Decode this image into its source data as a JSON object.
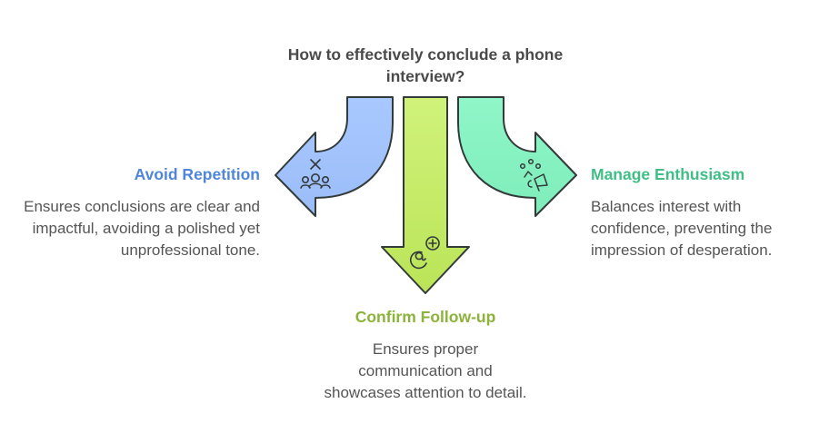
{
  "title": "How to effectively conclude a phone interview?",
  "colors": {
    "left_fill": "#A4C4FB",
    "center_fill": "#C7EC6A",
    "right_fill": "#8AF3C4",
    "outline": "#333a3a",
    "left_heading": "#4F86DA",
    "center_heading": "#8CB33A",
    "right_heading": "#3FBF86",
    "text": "#555555"
  },
  "branches": [
    {
      "id": "left",
      "heading": "Avoid Repetition",
      "description": "Ensures conclusions are clear and impactful, avoiding a polished yet unprofessional tone.",
      "icon": "no-group-icon"
    },
    {
      "id": "center",
      "heading": "Confirm Follow-up",
      "description": "Ensures proper communication and showcases attention to detail.",
      "icon": "add-email-icon"
    },
    {
      "id": "right",
      "heading": "Manage Enthusiasm",
      "description": "Balances interest with confidence, preventing the impression of desperation.",
      "icon": "cheering-megaphone-icon"
    }
  ]
}
